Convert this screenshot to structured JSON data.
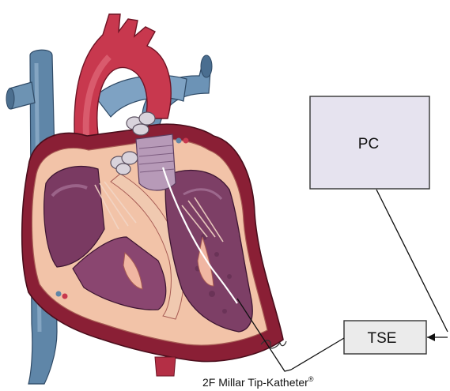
{
  "labels": {
    "pc": "PC",
    "tse": "TSE",
    "catheter": "2F Millar Tip-Katheter",
    "registered_mark": "®"
  },
  "colors": {
    "aorta": "#c8384e",
    "vena_cava": "#5f86a8",
    "myocardium_outer": "#8a1f35",
    "myocardium_inner": "#f2c3a8",
    "chamber": "#7a3a62",
    "valve": "#d9d3dc",
    "box_fill": "#e6e3ef",
    "tse_fill": "#ebebeb",
    "line": "#111111"
  },
  "icons": [
    "heart-illustration",
    "signature-mark"
  ]
}
